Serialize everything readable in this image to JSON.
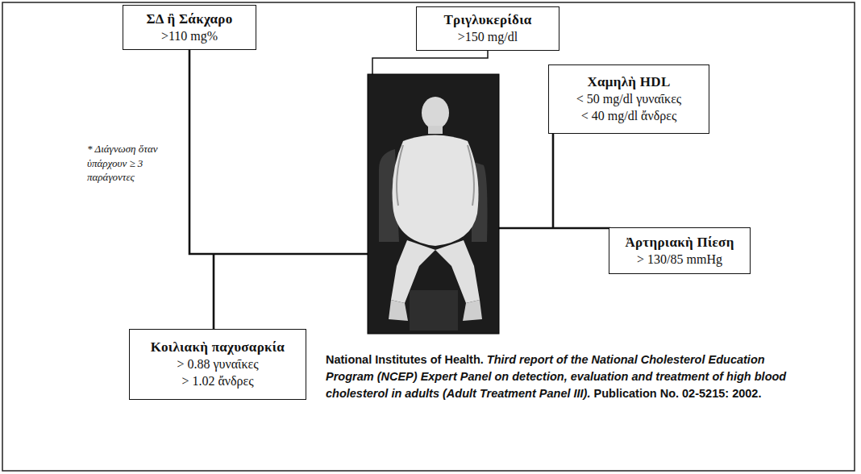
{
  "diagram": {
    "nodes": [
      {
        "text": [
          "ΣΔ ἢ Σάκχαρο",
          ">110 mg%"
        ]
      },
      {
        "text": [
          "Τριγλυκερίδια",
          ">150 mg/dl"
        ]
      },
      {
        "text": [
          "Χαμηλὴ HDL",
          "< 50 mg/dl γυναῖκες",
          "< 40 mg/dl ἄνδρες"
        ]
      },
      {
        "text": [
          "Ἀρτηριακὴ Πίεση",
          "> 130/85 mmHg"
        ]
      },
      {
        "text": [
          "Κοιλιακὴ παχυσαρκία",
          "> 0.88 γυναῖκες",
          "> 1.02 ἄνδρες"
        ]
      }
    ],
    "labels": [
      "* Διάγνωση ὅταν ὑπάρχουν ≥ 3 παράγοντες",
      "National Institutes of Health.",
      "Third report of the National Cholesterol Education Program (NCEP) Expert Panel on detection, evaluation and treatment of high blood cholesterol in adults (Adult Treatment Panel III).",
      "Publication No. 02-5215: 2002."
    ]
  }
}
